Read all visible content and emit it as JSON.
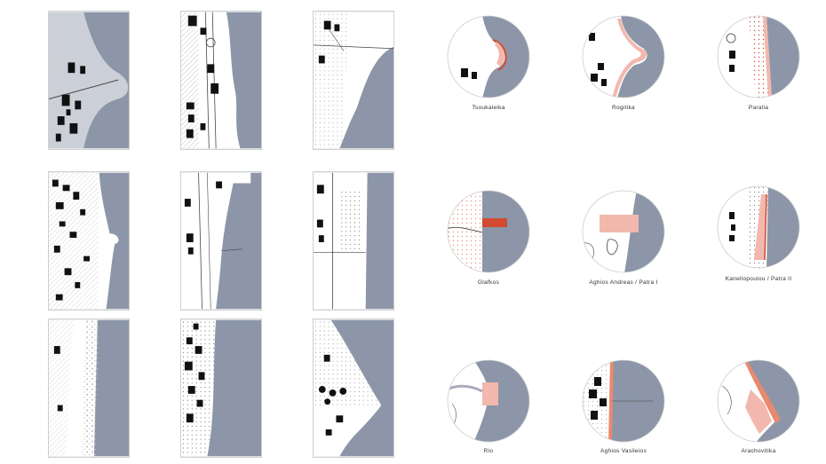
{
  "colors": {
    "sea": "#8c96a8",
    "land": "#ffffff",
    "building": "#111111",
    "accent_fill": "#f2b8ad",
    "accent_stroke": "#d24a30",
    "hatch": "#9a9a9a",
    "road": "#444444"
  },
  "sites": [
    {
      "label": "Tsoukaleika"
    },
    {
      "label": "Rogitika"
    },
    {
      "label": "Paralia"
    },
    {
      "label": "Glafkos"
    },
    {
      "label": "Aghios Andreas / Patra I"
    },
    {
      "label": "Kanellopoulou / Patra II"
    },
    {
      "label": "Rio"
    },
    {
      "label": "Aghios Vasileios"
    },
    {
      "label": "Arachovitika"
    }
  ]
}
